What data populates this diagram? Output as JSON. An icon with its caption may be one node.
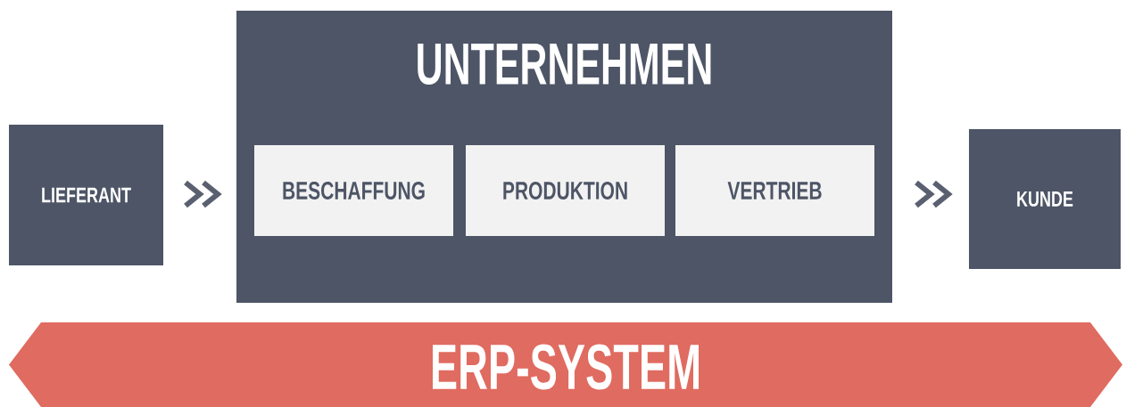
{
  "diagram": {
    "nodes": [
      {
        "text": [
          "LIEFERANT"
        ]
      },
      {
        "text": [
          "UNTERNEHMEN"
        ]
      },
      {
        "text": [
          "BESCHAFFUNG"
        ],
        "in": 1
      },
      {
        "text": [
          "PRODUKTION"
        ],
        "in": 1
      },
      {
        "text": [
          "VERTRIEB"
        ],
        "in": 1
      },
      {
        "text": [
          "KUNDE"
        ]
      },
      {
        "text": [
          "ERP-SYSTEM"
        ]
      }
    ],
    "edges": [
      {
        "from": 0,
        "to": 1,
        "arrow": "to"
      },
      {
        "from": 1,
        "to": 5,
        "arrow": "to"
      }
    ]
  }
}
